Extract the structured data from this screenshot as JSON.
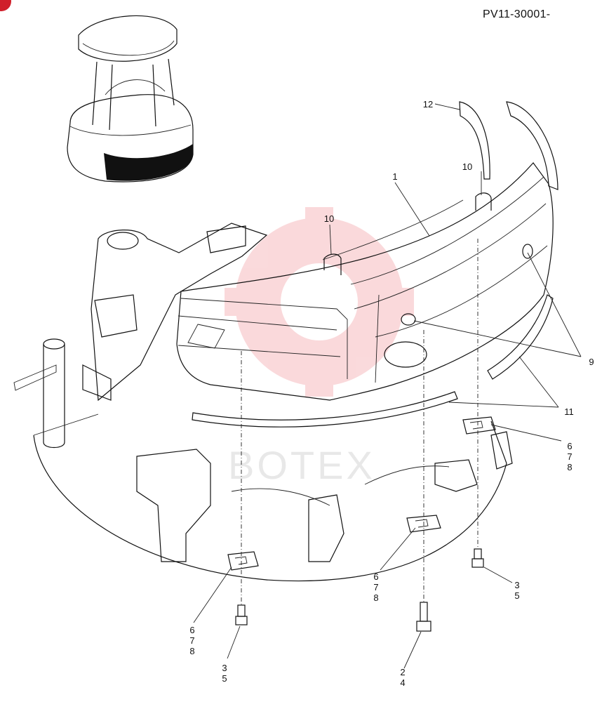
{
  "header": {
    "part_code": "PV11-30001-"
  },
  "watermark": {
    "text": "BOTEX"
  },
  "colors": {
    "line": "#111111",
    "watermark_red": "#e5333b",
    "badge_red": "#d01f2b"
  },
  "callouts": {
    "c1": "1",
    "c9": "9",
    "c10a": "10",
    "c10b": "10",
    "c11": "11",
    "c12": "12",
    "c678_right": [
      "6",
      "7",
      "8"
    ],
    "c678_center": [
      "6",
      "7",
      "8"
    ],
    "c678_left": [
      "6",
      "7",
      "8"
    ],
    "c35_left": [
      "3",
      "5"
    ],
    "c35_right": [
      "3",
      "5"
    ],
    "c24": [
      "2",
      "4"
    ]
  }
}
